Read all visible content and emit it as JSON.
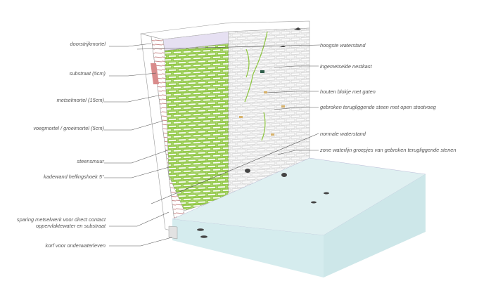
{
  "left_labels": [
    {
      "id": "doorstrijkmortel",
      "text": "doorstrijkmortel"
    },
    {
      "id": "substraat",
      "text": "substraat (5cm)"
    },
    {
      "id": "metselmortel",
      "text": "metselmortel (15cm)"
    },
    {
      "id": "voegmortel",
      "text": "voegmortel / groeimortel (5cm)"
    },
    {
      "id": "steensmuur",
      "text": "steensmuur"
    },
    {
      "id": "kadewand",
      "text": "kadewand hellingshoek 5°"
    },
    {
      "id": "sparing_1",
      "text": "sparing metselwerk voor direct contact"
    },
    {
      "id": "sparing_2",
      "text": "oppervlaktewater en substraat"
    },
    {
      "id": "korf",
      "text": "korf voor onderwaterleven"
    }
  ],
  "right_labels": [
    {
      "id": "hoogste",
      "text": "hoogste waterstand"
    },
    {
      "id": "nestkast",
      "text": "ingemetselde nestkast"
    },
    {
      "id": "blokje",
      "text": "houten blokje met gaten"
    },
    {
      "id": "gebroken",
      "text": "gebroken terugliggende steen met open stootvoeg"
    },
    {
      "id": "normale",
      "text": "normale waterstand"
    },
    {
      "id": "zone",
      "text": "zone waterlijn groepjes van gebroken terugliggende stenen"
    }
  ],
  "colors": {
    "green": "#8dc63f",
    "water": "#d5ecee",
    "brick_pink": "#c98a8a",
    "line": "#555555"
  }
}
